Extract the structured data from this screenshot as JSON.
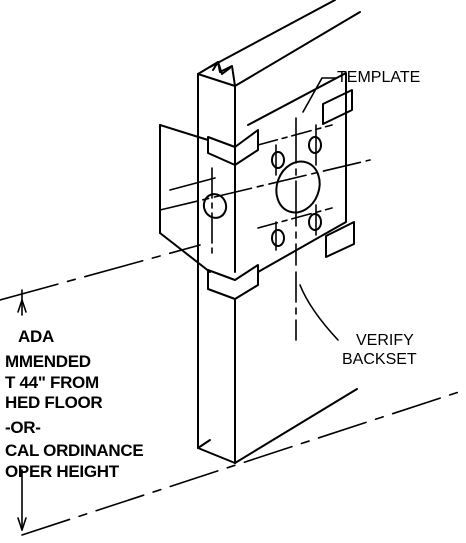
{
  "labels": {
    "template": "TEMPLATE",
    "verify_line1": "VERIFY",
    "verify_line2": "BACKSET",
    "height_note": [
      "ADA",
      "MMENDED",
      "T 44\" FROM",
      "HED FLOOR",
      "-OR-",
      "CAL ORDINANCE",
      "OPER HEIGHT"
    ]
  }
}
